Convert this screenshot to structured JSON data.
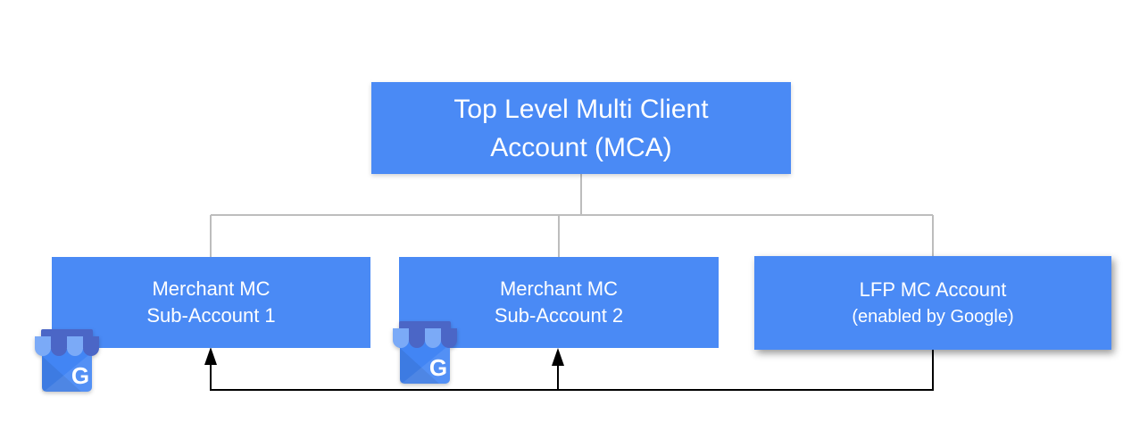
{
  "diagram": {
    "title_hint": "Merchant Center account hierarchy",
    "root": {
      "line1": "Top Level Multi Client",
      "line2": "Account (MCA)"
    },
    "children": {
      "sub1": {
        "line1": "Merchant MC",
        "line2": "Sub-Account 1"
      },
      "sub2": {
        "line1": "Merchant MC",
        "line2": "Sub-Account 2"
      },
      "lfp": {
        "line1": "LFP MC Account",
        "line2": "(enabled by Google)"
      }
    },
    "icons": {
      "merchant_badge": "google-my-business-icon",
      "letter": "G"
    },
    "colors": {
      "node_blue": "#4A8AF5",
      "connector_gray": "#BDBDBD",
      "arrow_black": "#000000",
      "text_white": "#FFFFFF",
      "icon_body_blue": "#4285F4",
      "icon_awning_light": "#7BAAF7",
      "icon_awning_dark": "#4B66C6"
    }
  }
}
